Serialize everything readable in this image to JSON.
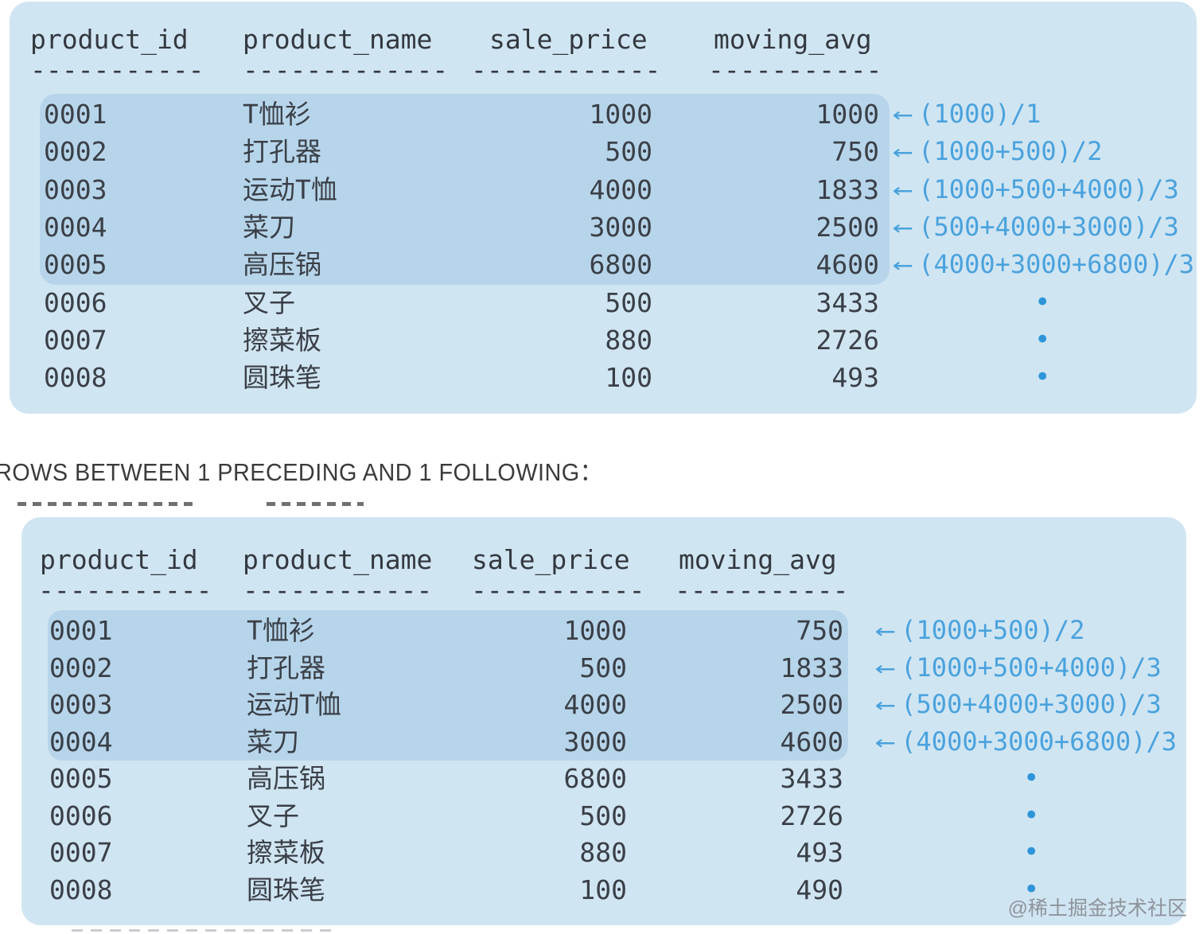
{
  "heading": {
    "text": "ROWS BETWEEN 1 PRECEDING AND 1 FOLLOWING："
  },
  "icons": {
    "left_arrow": "←",
    "continuation_dot": "•"
  },
  "watermark": {
    "text": "@稀土掘金技术社区"
  },
  "colors": {
    "panel_background": "#d0e5f2",
    "row_highlight": "#b7d5ea",
    "annotation_blue": "#4aa2dd",
    "table_text": "#3a3f47"
  },
  "table1": {
    "columns": {
      "id": "product_id",
      "name": "product_name",
      "price": "sale_price",
      "avg": "moving_avg"
    },
    "dashes": {
      "id": "-----------",
      "name": "-------------",
      "price": "------------",
      "avg": "-----------"
    },
    "rows": [
      {
        "id": "0001",
        "name": "T恤衫",
        "price": "1000",
        "avg": "1000",
        "formula": "(1000)/1"
      },
      {
        "id": "0002",
        "name": "打孔器",
        "price": "500",
        "avg": "750",
        "formula": "(1000+500)/2"
      },
      {
        "id": "0003",
        "name": "运动T恤",
        "price": "4000",
        "avg": "1833",
        "formula": "(1000+500+4000)/3"
      },
      {
        "id": "0004",
        "name": "菜刀",
        "price": "3000",
        "avg": "2500",
        "formula": "(500+4000+3000)/3"
      },
      {
        "id": "0005",
        "name": "高压锅",
        "price": "6800",
        "avg": "4600",
        "formula": "(4000+3000+6800)/3"
      },
      {
        "id": "0006",
        "name": "叉子",
        "price": "500",
        "avg": "3433"
      },
      {
        "id": "0007",
        "name": "擦菜板",
        "price": "880",
        "avg": "2726"
      },
      {
        "id": "0008",
        "name": "圆珠笔",
        "price": "100",
        "avg": "493"
      }
    ]
  },
  "table2": {
    "columns": {
      "id": "product_id",
      "name": "product_name",
      "price": "sale_price",
      "avg": "moving_avg"
    },
    "dashes": {
      "id": "-----------",
      "name": "------------",
      "price": "-----------",
      "avg": "-----------"
    },
    "rows": [
      {
        "id": "0001",
        "name": "T恤衫",
        "price": "1000",
        "avg": "750",
        "formula": "(1000+500)/2"
      },
      {
        "id": "0002",
        "name": "打孔器",
        "price": "500",
        "avg": "1833",
        "formula": "(1000+500+4000)/3"
      },
      {
        "id": "0003",
        "name": "运动T恤",
        "price": "4000",
        "avg": "2500",
        "formula": "(500+4000+3000)/3"
      },
      {
        "id": "0004",
        "name": "菜刀",
        "price": "3000",
        "avg": "4600",
        "formula": "(4000+3000+6800)/3"
      },
      {
        "id": "0005",
        "name": "高压锅",
        "price": "6800",
        "avg": "3433"
      },
      {
        "id": "0006",
        "name": "叉子",
        "price": "500",
        "avg": "2726"
      },
      {
        "id": "0007",
        "name": "擦菜板",
        "price": "880",
        "avg": "493"
      },
      {
        "id": "0008",
        "name": "圆珠笔",
        "price": "100",
        "avg": "490"
      }
    ]
  }
}
